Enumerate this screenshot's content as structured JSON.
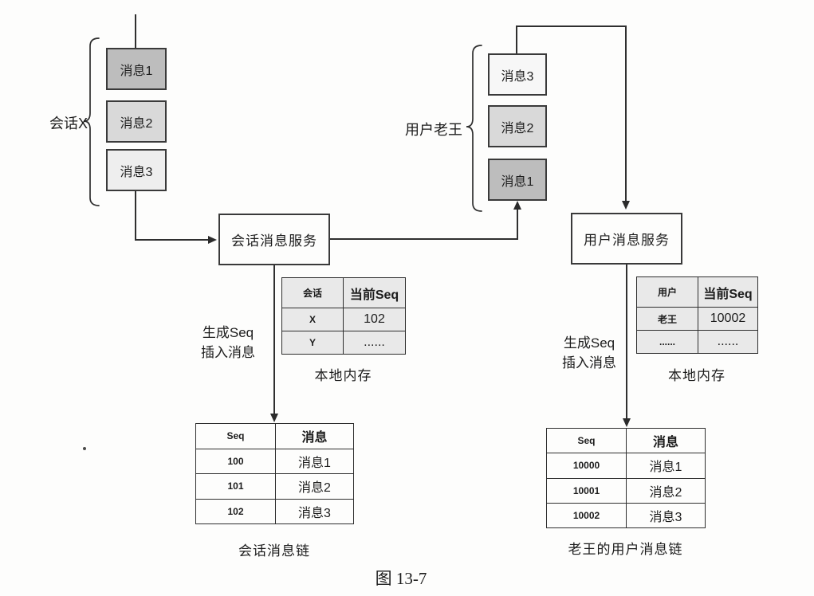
{
  "figure": {
    "caption": "图 13-7"
  },
  "left_flow": {
    "group_label": "会话X",
    "messages": [
      {
        "label": "消息1"
      },
      {
        "label": "消息2"
      },
      {
        "label": "消息3"
      }
    ],
    "service": "会话消息服务",
    "action_line1": "生成Seq",
    "action_line2": "插入消息",
    "memory_table": {
      "headers": [
        "会话",
        "当前Seq"
      ],
      "rows": [
        [
          "X",
          "102"
        ],
        [
          "Y",
          "......"
        ]
      ],
      "caption": "本地内存"
    },
    "chain_table": {
      "headers": [
        "Seq",
        "消息"
      ],
      "rows": [
        [
          "100",
          "消息1"
        ],
        [
          "101",
          "消息2"
        ],
        [
          "102",
          "消息3"
        ]
      ],
      "caption": "会话消息链"
    }
  },
  "right_flow": {
    "group_label": "用户老王",
    "messages": [
      {
        "label": "消息3"
      },
      {
        "label": "消息2"
      },
      {
        "label": "消息1"
      }
    ],
    "service": "用户消息服务",
    "action_line1": "生成Seq",
    "action_line2": "插入消息",
    "memory_table": {
      "headers": [
        "用户",
        "当前Seq"
      ],
      "rows": [
        [
          "老王",
          "10002"
        ],
        [
          "......",
          "......"
        ]
      ],
      "caption": "本地内存"
    },
    "chain_table": {
      "headers": [
        "Seq",
        "消息"
      ],
      "rows": [
        [
          "10000",
          "消息1"
        ],
        [
          "10001",
          "消息2"
        ],
        [
          "10002",
          "消息3"
        ]
      ],
      "caption": "老王的用户消息链"
    }
  },
  "colors": {
    "line": "#2f2f2f",
    "border": "#3a3a3a",
    "box_dark": "#bdbdbd",
    "box_medium": "#d9d9d9",
    "box_light": "#eeeeee",
    "box_lightest": "#f7f7f7",
    "mem_table_bg": "#e9e9e9",
    "background": "#fdfdfc"
  }
}
